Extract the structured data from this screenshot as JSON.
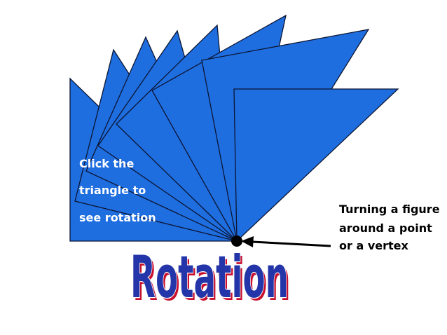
{
  "hint": {
    "line1": "Click the",
    "line2": "triangle to",
    "line3": "see rotation"
  },
  "definition": {
    "line1": "Turning a figure",
    "line2": "around a point",
    "line3": "or a vertex"
  },
  "title": "Rotation",
  "colors": {
    "triangle_fill": "#1f6ee0",
    "triangle_stroke": "#0b1533",
    "title_fill": "#2335a8",
    "title_outline": "#ffffff",
    "title_shadow": "#c8102e",
    "background": "#ffffff"
  },
  "icons": {
    "pivot": "pivot-point-icon",
    "arrow": "pointer-arrow-icon"
  }
}
